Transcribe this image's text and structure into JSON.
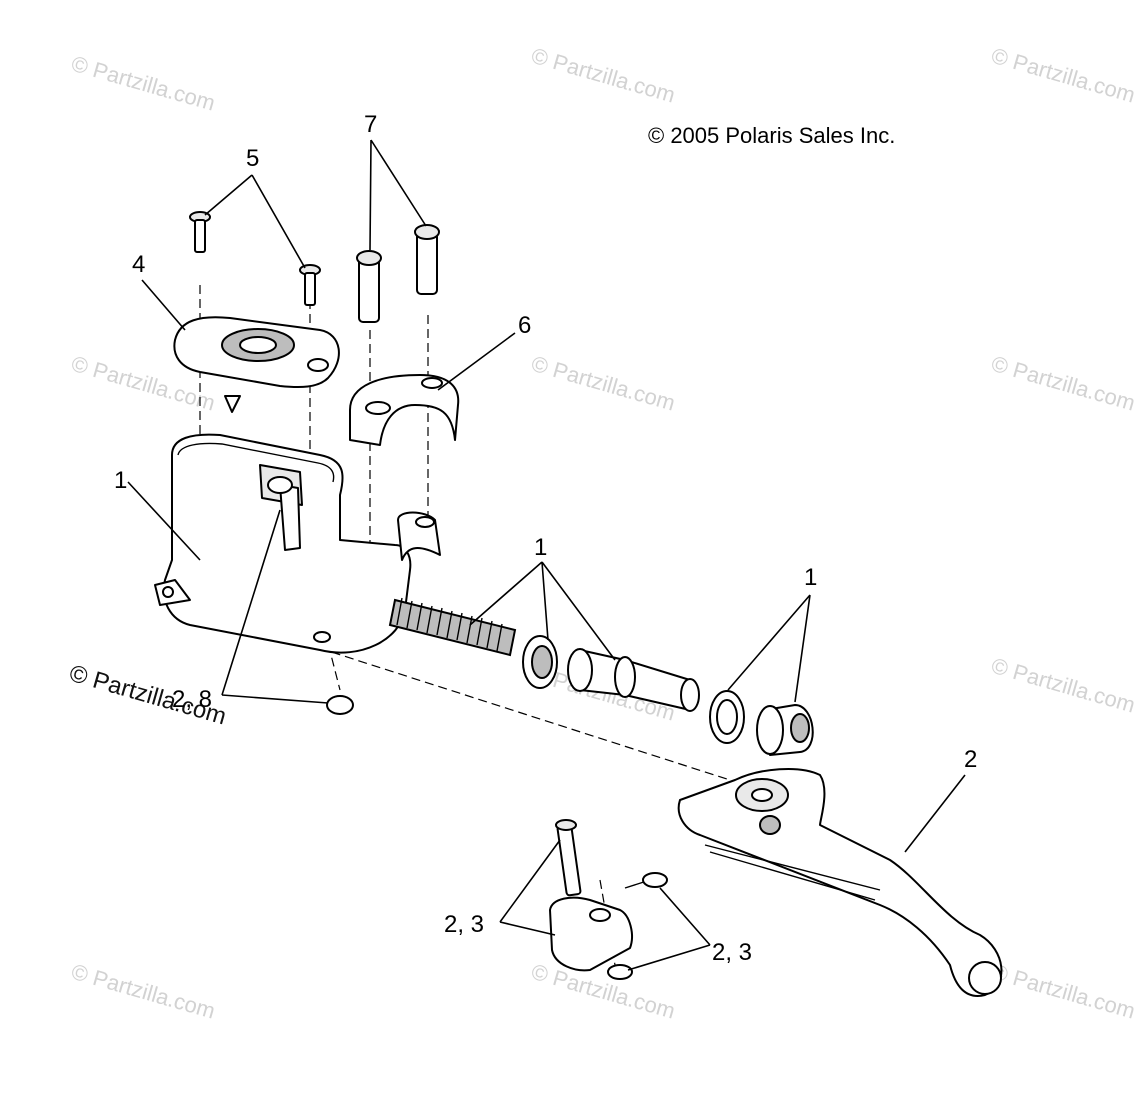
{
  "copyright": "© 2005 Polaris Sales Inc.",
  "watermark": "© Partzilla.com",
  "callouts": {
    "c1_reservoir": "1",
    "c1_piston": "1",
    "c1_boot": "1",
    "c2_lever": "2",
    "c2_8": "2, 8",
    "c2_3_pin": "2, 3",
    "c2_3_spring": "2, 3",
    "c4": "4",
    "c5": "5",
    "c6": "6",
    "c7": "7"
  }
}
